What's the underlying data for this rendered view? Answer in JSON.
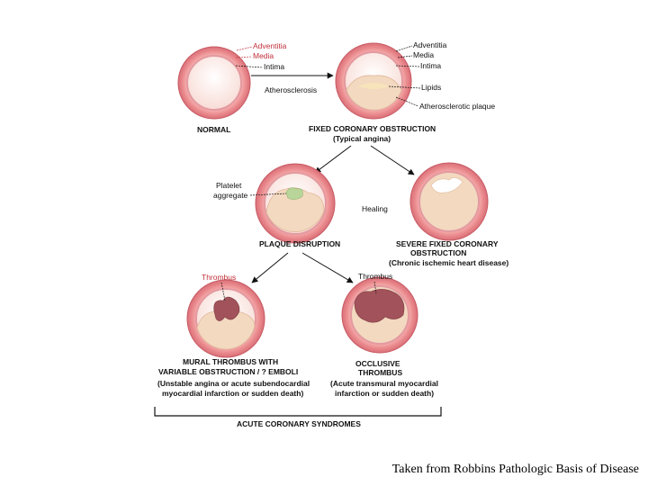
{
  "figure": {
    "normal": {
      "title": "NORMAL",
      "adventitia": "Adventitia",
      "media": "Media",
      "intima": "Intima"
    },
    "arrow_label": "Atherosclerosis",
    "fixed": {
      "title": "FIXED CORONARY OBSTRUCTION",
      "subtitle": "(Typical angina)",
      "adventitia": "Adventitia",
      "media": "Media",
      "intima": "Intima",
      "lipids": "Lipids",
      "plaque": "Atherosclerotic plaque"
    },
    "platelet": {
      "line1": "Platelet",
      "line2": "aggregate"
    },
    "healing": "Healing",
    "disruption": {
      "title": "PLAQUE DISRUPTION"
    },
    "severe": {
      "line1": "SEVERE FIXED CORONARY",
      "line2": "OBSTRUCTION",
      "line3": "(Chronic ischemic heart disease)"
    },
    "thrombus_left": "Thrombus",
    "thrombus_right": "Thrombus",
    "mural": {
      "line1": "MURAL THROMBUS WITH",
      "line2": "VARIABLE OBSTRUCTION / ? EMBOLI",
      "line3": "(Unstable angina or acute subendocardial",
      "line4": "myocardial infarction or sudden death)"
    },
    "occlusive": {
      "line1": "OCCLUSIVE",
      "line2": "THROMBUS",
      "line3": "(Acute transmural myocardial",
      "line4": "infarction or sudden death)"
    },
    "syndromes": "ACUTE CORONARY SYNDROMES"
  },
  "caption": "Taken from Robbins Pathologic Basis of Disease",
  "colors": {
    "vessel_wall": "#e8868a",
    "vessel_edge": "#c85a62",
    "lumen": "#fbe9e4",
    "plaque": "#f2d9c0",
    "platelet": "#b9d59a",
    "thrombus": "#a2525a",
    "label_red": "#c0303a"
  }
}
